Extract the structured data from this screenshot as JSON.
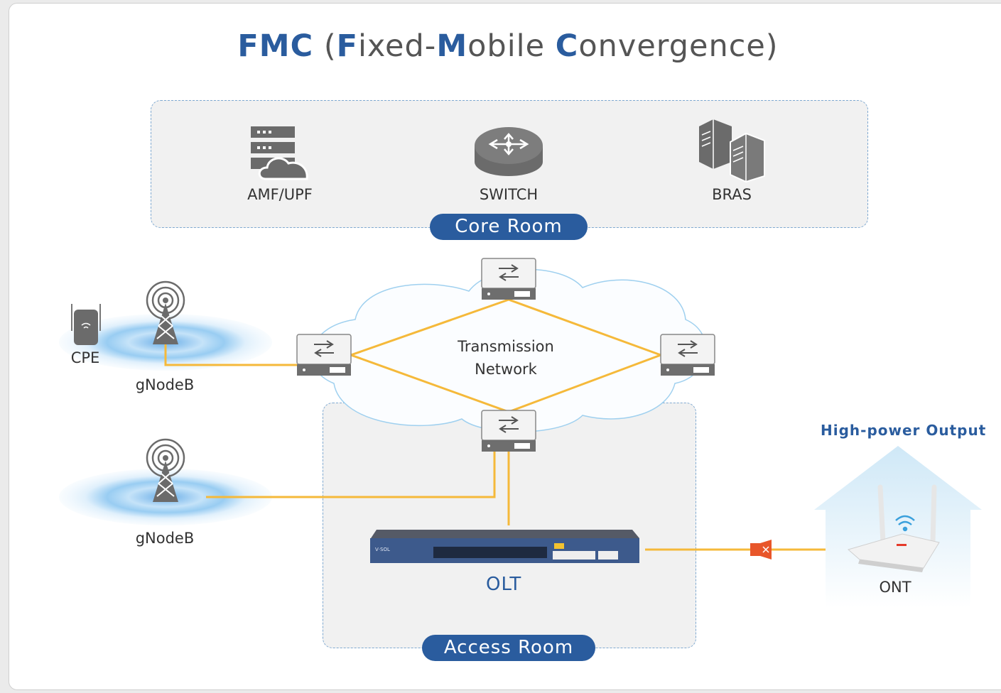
{
  "title": {
    "parts": [
      {
        "text": "FMC",
        "hl": true
      },
      {
        "text": " (",
        "hl": false
      },
      {
        "text": "F",
        "hl": true
      },
      {
        "text": "ixed-",
        "hl": false
      },
      {
        "text": "M",
        "hl": true
      },
      {
        "text": "obile ",
        "hl": false
      },
      {
        "text": "C",
        "hl": true
      },
      {
        "text": "onvergence)",
        "hl": false
      }
    ]
  },
  "core_room": {
    "label": "Core Room",
    "devices": [
      {
        "label": "AMF/UPF",
        "icon": "server-cloud-icon"
      },
      {
        "label": "SWITCH",
        "icon": "router-icon"
      },
      {
        "label": "BRAS",
        "icon": "server-towers-icon"
      }
    ]
  },
  "transmission": {
    "line1": "Transmission",
    "line2": "Network"
  },
  "left_nodes": {
    "cpe": "CPE",
    "gnodeb_top": "gNodeB",
    "gnodeb_bottom": "gNodeB"
  },
  "access_room": {
    "label": "Access Room",
    "olt": "OLT"
  },
  "right": {
    "high_power": "High-power Output",
    "ont": "ONT"
  },
  "colors": {
    "accent": "#2a5c9e",
    "link": "#f5b93a",
    "amplifier": "#e8562a",
    "dashed": "#7fa9d1"
  }
}
